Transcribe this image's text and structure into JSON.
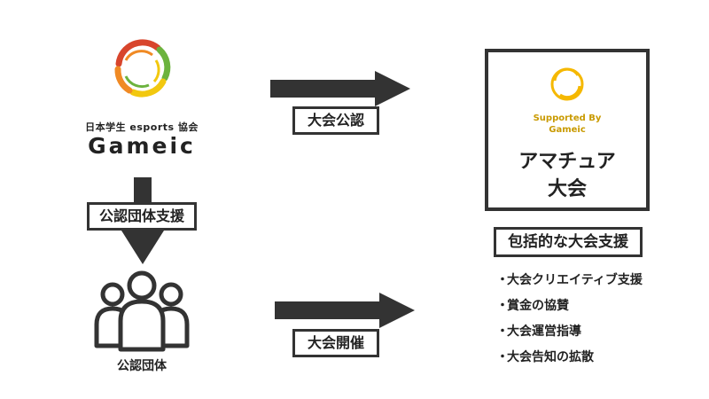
{
  "organization": {
    "subtitle": "日本学生 esports 協会",
    "name": "Gameic"
  },
  "arrows": {
    "top_label": "大会公認",
    "bottom_label": "大会開催",
    "vertical_label": "公認団体支援"
  },
  "group": {
    "label": "公認団体"
  },
  "card": {
    "supported_line1": "Supported By",
    "supported_line2": "Gameic",
    "title_line1": "アマチュア",
    "title_line2": "大会"
  },
  "support_box": {
    "label": "包括的な大会支援"
  },
  "features": [
    "大会クリエイティブ支援",
    "賞金の協賛",
    "大会運営指導",
    "大会告知の拡散"
  ],
  "colors": {
    "dark": "#333333",
    "gold": "#f5b800",
    "ring_red": "#d8452c",
    "ring_orange": "#f08a24",
    "ring_yellow": "#f2c80f",
    "ring_green": "#6cb33e"
  }
}
